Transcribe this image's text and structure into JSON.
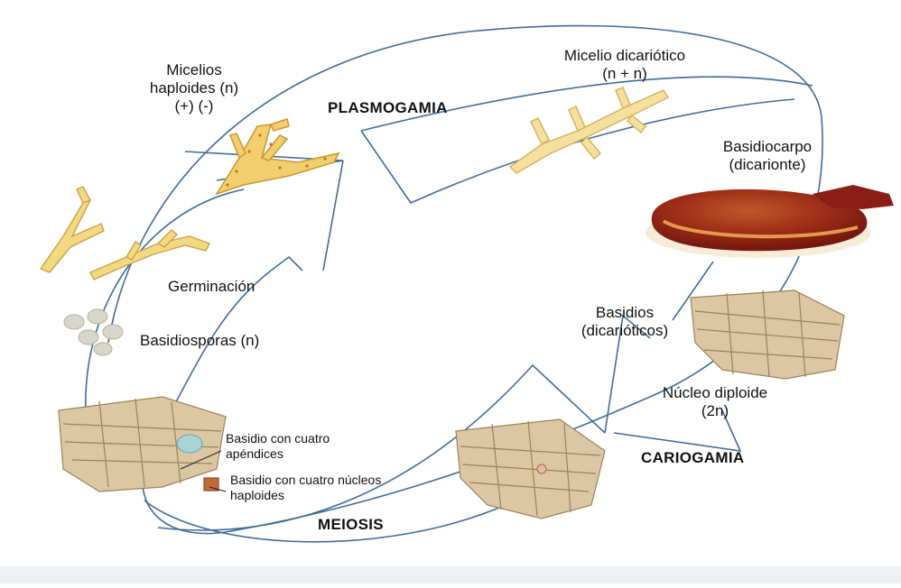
{
  "stages": {
    "plasmogamia": "PLASMOGAMIA",
    "cariogamia": "CARIOGAMIA",
    "meiosis": "MEIOSIS"
  },
  "labels": {
    "micelios_line1": "Micelios",
    "micelios_line2": "haploides (n)",
    "micelios_line3": "(+) (-)",
    "micelio_dicariotico_line1": "Micelio dicariótico",
    "micelio_dicariotico_line2": "(n + n)",
    "basidiocarpo_line1": "Basidiocarpo",
    "basidiocarpo_line2": "(dicarionte)",
    "basidios_line1": "Basidios",
    "basidios_line2": "(dicarióticos)",
    "nucleo_line1": "Núcleo diploide",
    "nucleo_line2": "(2n)",
    "germinacion": "Germinación",
    "basidiosporas": "Basidiosporas (n)",
    "basidio_apendices_line1": "Basidio con cuatro",
    "basidio_apendices_line2": "apéndices",
    "basidio_nucleos_line1": "Basidio con cuatro núcleos",
    "basidio_nucleos_line2": "haploides"
  },
  "colors": {
    "cycle_line": "#3f6d99",
    "hypha_fill": "#f2cf6e",
    "hypha_stroke": "#c9972f",
    "tissue_fill": "#d9c3a0",
    "tissue_stroke": "#9c8257",
    "mushroom_top": "#8b1e12",
    "mushroom_rim": "#d9893a",
    "spore": "#d6d4c6"
  }
}
